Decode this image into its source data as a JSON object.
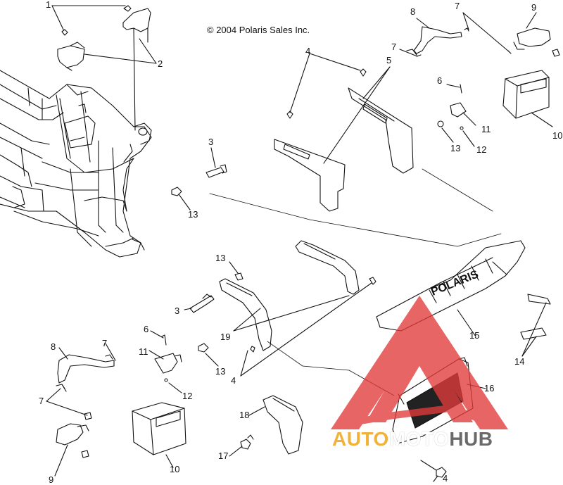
{
  "copyright": "© 2004 Polaris Sales Inc.",
  "callouts": {
    "c1": "1",
    "c2": "2",
    "c3a": "3",
    "c3b": "3",
    "c4a": "4",
    "c4b": "4",
    "c4c": "4",
    "c5": "5",
    "c6a": "6",
    "c6b": "6",
    "c7a": "7",
    "c7b": "7",
    "c7c": "7",
    "c7d": "7",
    "c8a": "8",
    "c8b": "8",
    "c9a": "9",
    "c9b": "9",
    "c10a": "10",
    "c10b": "10",
    "c11a": "11",
    "c11b": "11",
    "c12a": "12",
    "c12b": "12",
    "c13a": "13",
    "c13b": "13",
    "c13c": "13",
    "c13d": "13",
    "c14": "14",
    "c15": "15",
    "c16": "16",
    "c17": "17",
    "c18": "18",
    "c19": "19"
  },
  "watermark": {
    "part1": "AUTO",
    "part2": "MOTO",
    "part3": "HUB",
    "colors": {
      "auto": "#f0b23a",
      "triangle": "#e23b3b",
      "hub": "#6a6a6a"
    }
  },
  "bumper_text": "POLARIS",
  "icons": [
    "frame-drawing",
    "bracket-drawing",
    "bumper-drawing",
    "headlight-drawing",
    "logo-triangle-icon"
  ]
}
